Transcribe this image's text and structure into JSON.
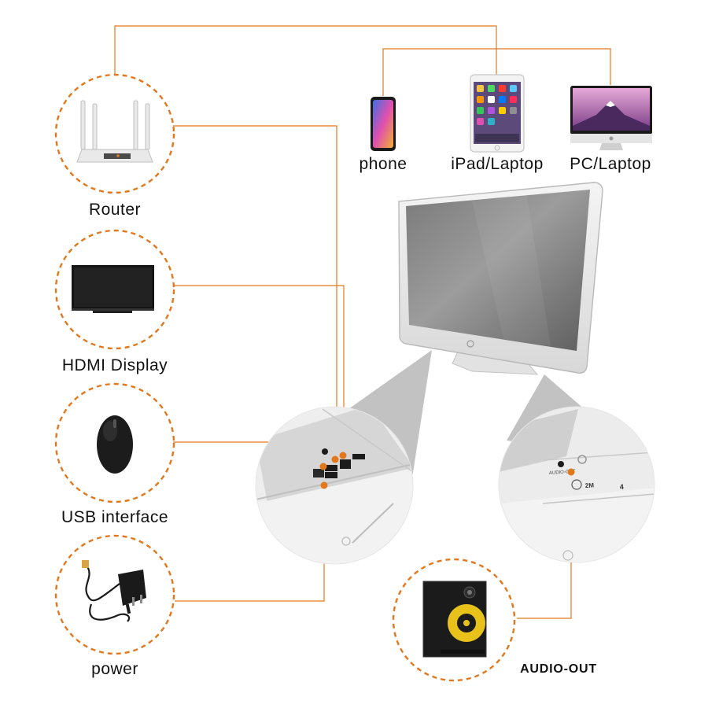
{
  "accent_color": "#e2781c",
  "devices": {
    "router": {
      "label": "Router",
      "icon": "router-icon"
    },
    "hdmi": {
      "label": "HDMI Display",
      "icon": "tv-icon"
    },
    "usb": {
      "label": "USB interface",
      "icon": "mouse-icon"
    },
    "power": {
      "label": "power",
      "icon": "power-adapter-icon"
    },
    "audio": {
      "label": "AUDIO-OUT",
      "icon": "speaker-icon"
    }
  },
  "clients": {
    "phone": {
      "label": "phone",
      "icon": "phone-icon"
    },
    "ipad": {
      "label": "iPad/Laptop",
      "icon": "tablet-icon"
    },
    "pc": {
      "label": "PC/Laptop",
      "icon": "imac-icon"
    }
  },
  "port_labels": {
    "audio_out": "AUDIO-OUT",
    "mic": "2M",
    "num": "4"
  }
}
